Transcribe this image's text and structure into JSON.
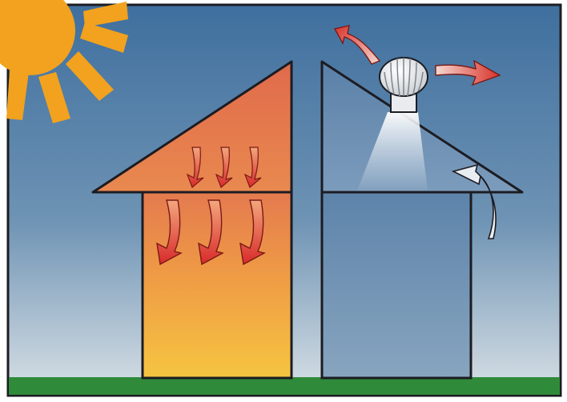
{
  "diagram": {
    "labels": [],
    "icons": {
      "sun": "sun-icon",
      "turbine": "roof-turbine-vent-icon",
      "hot_arrow": "heat-arrow-icon",
      "air_arrow": "airflow-arrow-icon",
      "exhaust_arrow": "exhaust-arrow-icon"
    },
    "colors": {
      "sky_top": "#3f6f9e",
      "sky_bottom": "#d9e1e6",
      "grass": "#2f8a3a",
      "sun": "#f2a21e",
      "hot_house_top": "#e47a4f",
      "hot_house_bottom": "#f6c541",
      "cool_house": "#587fa6",
      "heat_arrow": "#d8322a",
      "outline": "#1c1c22"
    },
    "notes": {
      "hot_arrows_attic": 3,
      "hot_arrows_walls": 3,
      "exhaust_arrows": 2,
      "intake_arrows": 1
    }
  }
}
